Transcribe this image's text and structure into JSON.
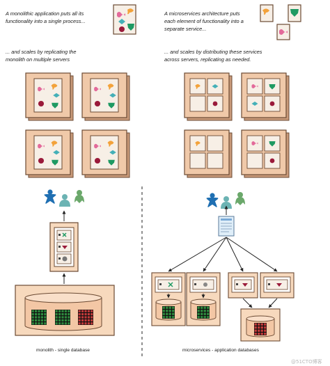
{
  "captions": {
    "monolith_intro": [
      "A monolithic application puts all its",
      "functionality into a single process..."
    ],
    "micro_intro": [
      "A microservices architecture puts",
      "each element of functionality into a",
      "separate service..."
    ],
    "monolith_scale": [
      "... and scales by replicating the",
      "monolith on multiple servers"
    ],
    "micro_scale": [
      "... and scales by distributing these services",
      "across servers, replicating as needed."
    ]
  },
  "footer": {
    "monolith_label": "monolith - single database",
    "micro_label": "microservices - application databases"
  },
  "watermark": "@51CTO博客",
  "colors": {
    "frame": "#f0c9a9",
    "frame_stroke": "#6b4a33",
    "process_box": "#f7efe6",
    "orange": "#f3a23a",
    "pink": "#e36a9a",
    "teal": "#45b0b8",
    "red": "#9a1a3a",
    "green": "#1f9a63",
    "user_blue": "#1f6fb2",
    "user_teal": "#6bb3b3",
    "user_green": "#6ba86b",
    "db_green": "#2e8b3e",
    "db_red": "#c43a3a"
  }
}
